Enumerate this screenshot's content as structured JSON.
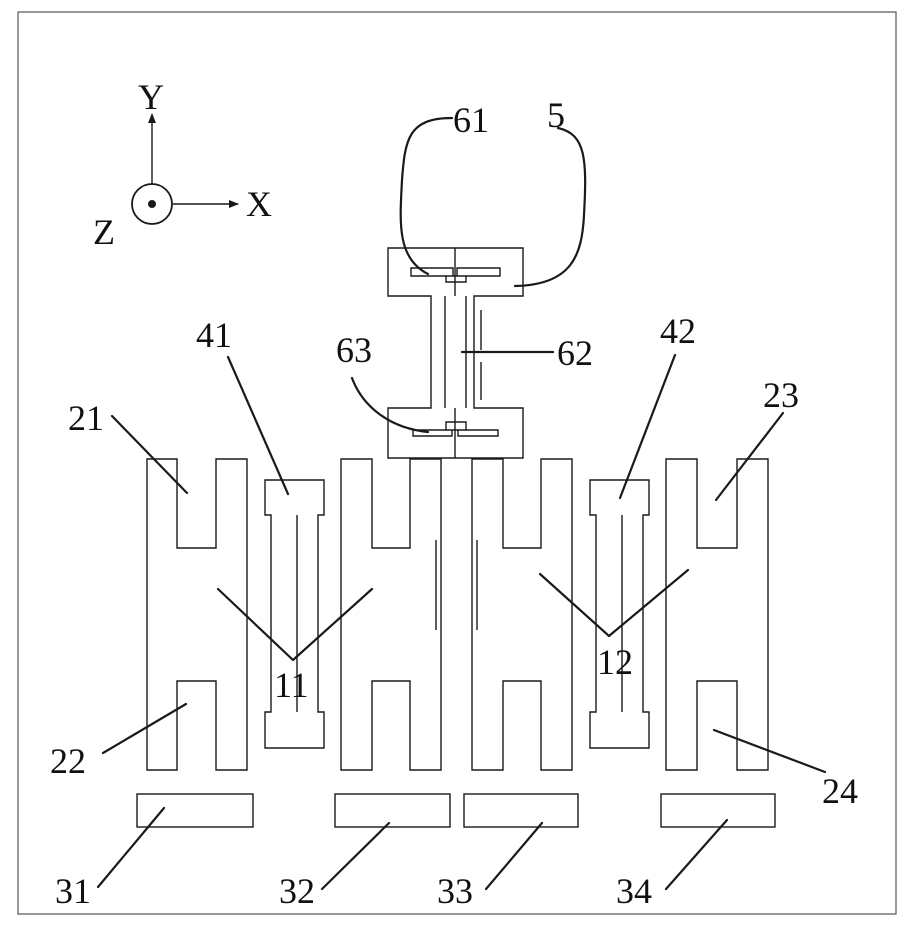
{
  "axes": {
    "x": "X",
    "y": "Y",
    "z": "Z"
  },
  "labels": {
    "l5": "5",
    "l11": "11",
    "l12": "12",
    "l21": "21",
    "l22": "22",
    "l23": "23",
    "l24": "24",
    "l31": "31",
    "l32": "32",
    "l33": "33",
    "l34": "34",
    "l41": "41",
    "l42": "42",
    "l61": "61",
    "l62": "62",
    "l63": "63"
  }
}
